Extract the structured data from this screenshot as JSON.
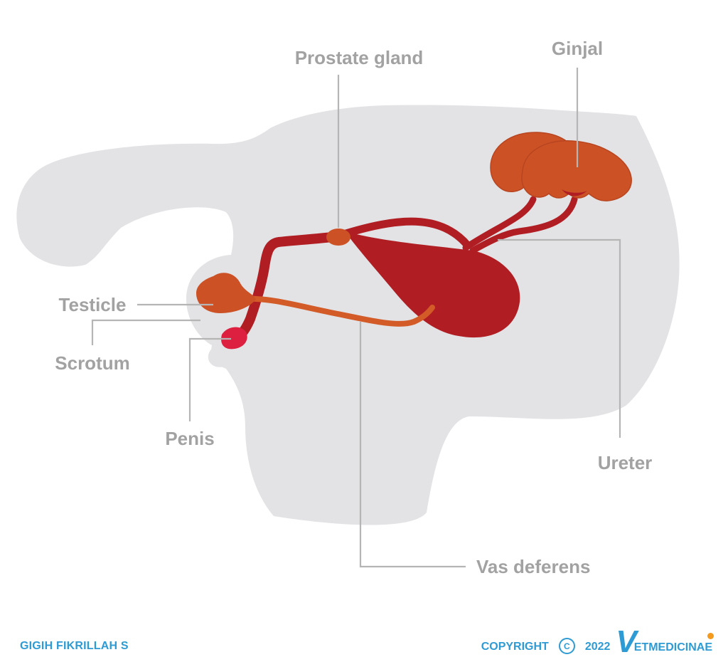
{
  "labels": {
    "prostate": "Prostate gland",
    "ginjal": "Ginjal",
    "testicle": "Testicle",
    "scrotum": "Scrotum",
    "penis": "Penis",
    "ureter": "Ureter",
    "vas_deferens": "Vas deferens"
  },
  "footer": {
    "author": "GIGIH FIKRILLAH S",
    "copyright": "COPYRIGHT",
    "copyright_symbol": "C",
    "year": "2022",
    "brand_initial": "V",
    "brand_rest": "ETMEDICINAE"
  },
  "colors": {
    "body_silhouette": "#e3e3e5",
    "kidney": "#cc5226",
    "bladder": "#b01e24",
    "vas": "#d35b28",
    "penis": "#dd1f40",
    "label_text": "#a2a2a2",
    "leader_line": "#b5b5b5",
    "footer_blue": "#2e9bd4",
    "brand_dot": "#f39a1f"
  }
}
